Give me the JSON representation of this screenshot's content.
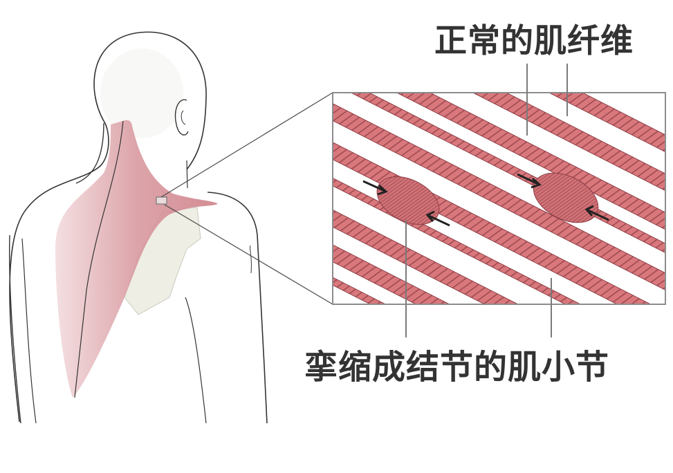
{
  "labels": {
    "normal_fibers": "正常的肌纤维",
    "contracted_knot": "挛缩成结节的肌小节"
  },
  "figure": {
    "subject": "back view of human head, neck and shoulder with trapezius muscle",
    "inset": "magnified muscle fibers showing two contraction knots",
    "colors": {
      "fiber_fill": "#d9787c",
      "fiber_light": "#eaa2a4",
      "fiber_stripe": "#9e4a50",
      "muscle_tint": "#d99aa0",
      "scapula": "#eeeee4",
      "outline": "#333333",
      "leader_line": "#7a7a7a",
      "text": "#333333",
      "inset_border": "#8c8c8c"
    }
  }
}
